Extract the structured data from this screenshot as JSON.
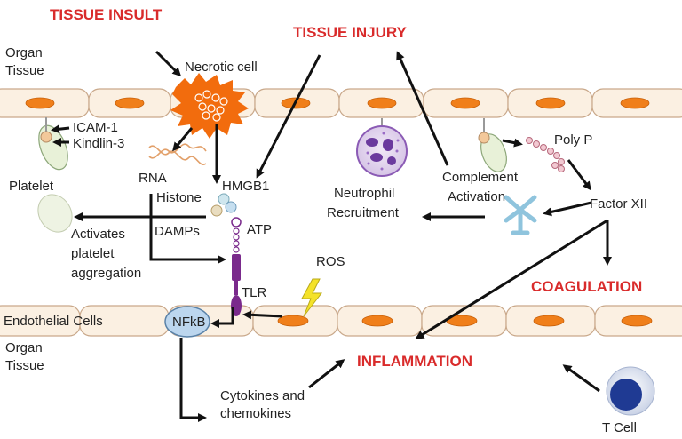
{
  "labels": {
    "tissue_insult": "TISSUE INSULT",
    "tissue_injury": "TISSUE INJURY",
    "coagulation": "COAGULATION",
    "inflammation": "INFLAMMATION",
    "organ_tissue_top_1": "Organ",
    "organ_tissue_top_2": "Tissue",
    "organ_tissue_bottom_1": "Organ",
    "organ_tissue_bottom_2": "Tissue",
    "necrotic_cell": "Necrotic cell",
    "icam1": "ICAM-1",
    "kindlin3": "Kindlin-3",
    "rna": "RNA",
    "histone": "Histone",
    "hmgb1": "HMGB1",
    "atp": "ATP",
    "damps": "DAMPs",
    "platelet": "Platelet",
    "activates_1": "Activates",
    "activates_2": "platelet",
    "activates_3": "aggregation",
    "tlr": "TLR",
    "ros": "ROS",
    "nfkb": "NFkB",
    "endothelial_cells": "Endothelial Cells",
    "neutrophil_1": "Neutrophil",
    "neutrophil_2": "Recruitment",
    "complement_1": "Complement",
    "complement_2": "Activation",
    "poly_p": "Poly P",
    "factor_xii": "Factor XII",
    "cytokines_1": "Cytokines and",
    "cytokines_2": "chemokines",
    "t_cell": "T Cell"
  },
  "colors": {
    "heading_red": "#d92b2b",
    "nucleus_orange": "#f07f1a",
    "cell_fill": "#fbf0e2",
    "necrotic_orange": "#f26c0d",
    "neutrophil_purple": "#8b5bb5",
    "tlr_purple": "#7a2a8c",
    "nfkb_blue": "#bcd6ee",
    "t_cell_blue": "#1f3a93"
  },
  "icons": {
    "ros": "lightning-bolt-icon",
    "complement": "antibody-y-icon"
  }
}
